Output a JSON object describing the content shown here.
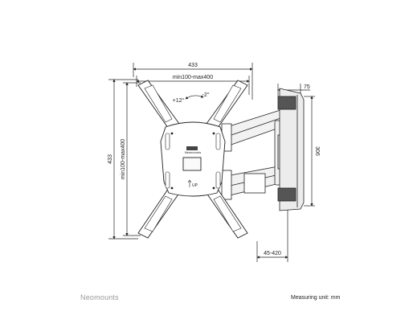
{
  "dimensions": {
    "top_width": "433",
    "top_vesa": "min100-max400",
    "left_height": "433",
    "left_vesa": "min100-max400",
    "depth_min": "75",
    "height_right": "306",
    "extension": "45-420",
    "tilt_up": "+12°",
    "tilt_down": "-2°"
  },
  "plate": {
    "logo": "Neomounts",
    "up_label": "UP"
  },
  "footer": {
    "brand": "Neomounts",
    "measuring_unit": "Measuring unit: mm"
  },
  "colors": {
    "line": "#222222",
    "brand_gray": "#9a9a9a",
    "arm_fill": "#f2f2f2"
  }
}
